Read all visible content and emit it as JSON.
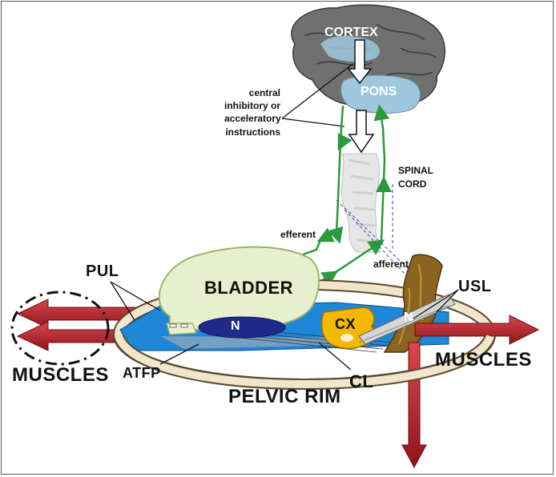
{
  "labels": {
    "cortex": "CORTEX",
    "pons": "PONS",
    "central_instructions": [
      "central",
      "inhibitory or",
      "acceleratory",
      "instructions"
    ],
    "spinal_cord": [
      "SPINAL",
      "CORD"
    ],
    "efferent": "efferent",
    "afferent": "afferent",
    "bladder": "BLADDER",
    "n_bladder": "N",
    "n_rectum": "N",
    "cx": "CX",
    "pul": "PUL",
    "usl": "USL",
    "atfp": "ATFP",
    "cl": "CL",
    "muscles_left": "MUSCLES",
    "muscles_right": "MUSCLES",
    "pelvic_rim": "PELVIC RIM"
  },
  "colors": {
    "brain": "#6f6f6f",
    "brain_inner": "#9ec7df",
    "nerve": "#2a9a3c",
    "bladder_fill": "#e8efcf",
    "bladder_stroke": "#9bb36a",
    "nucleus": "#1f2a8a",
    "pelvic_floor": "#1e87d8",
    "cervix": "#f5b800",
    "rectum": "#8a6420",
    "muscle_arrow": "#b01c24",
    "rim": "#f1e5cc"
  }
}
